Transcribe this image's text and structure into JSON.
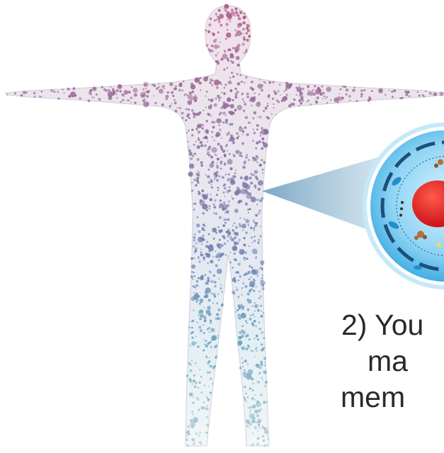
{
  "caption": {
    "line1": "2) You",
    "line2": "ma",
    "line3": "mem"
  },
  "colors": {
    "body_top": "#b05a88",
    "body_mid": "#7a7fae",
    "body_low": "#6aa7c0",
    "body_feet": "#a9c9d0",
    "cell_fill": "#4db8e8",
    "cell_light": "#bfe9fb",
    "cell_membrane": "#1e4f7a",
    "nucleus": "#e0141c",
    "callout": "#5d8fb0",
    "text": "#2a2a2a"
  },
  "icons": {
    "human_figure": "molecular-network-human-figure",
    "cell": "cell-zoom-circle"
  }
}
